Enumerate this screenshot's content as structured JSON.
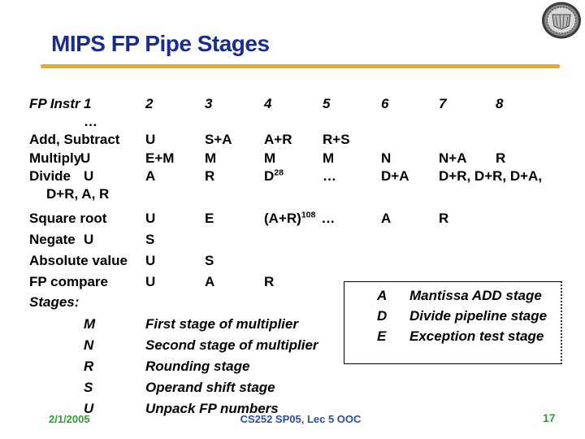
{
  "slide": {
    "title": "MIPS FP Pipe Stages",
    "footer": {
      "date": "2/1/2005",
      "course": "CS252 SP05, Lec 5 OOC",
      "page": "17"
    }
  },
  "colors": {
    "title_blue": "#1B2C91",
    "rule_gold": "#E5AC28",
    "footer_blue": "#2C4DA0",
    "footer_green": "#339933",
    "body_text": "#000000"
  },
  "icons": {
    "logo": "university-seal-icon"
  },
  "pipeline_table": {
    "header": {
      "label": "FP Instr",
      "c1": "1",
      "c2": "2",
      "c3": "3",
      "c4": "4",
      "c5": "5",
      "c6": "6",
      "c7": "7",
      "c8": "8"
    },
    "continuation": "…",
    "rows": [
      {
        "label": "Add, Subtract",
        "c2": "U",
        "c3": "S+A",
        "c4": "A+R",
        "c5": "R+S"
      },
      {
        "label": "Multiply",
        "c1": "U",
        "c2": "E+M",
        "c3": "M",
        "c4": "M",
        "c5": "M",
        "c6": "N",
        "c7": "N+A",
        "c8": "R"
      },
      {
        "label": "Divide",
        "c1": "U",
        "c2": "A",
        "c3": "R",
        "c4_base": "D",
        "c4_sup": "28",
        "c5": "…",
        "c6": "D+A",
        "c7": "D+R, D+R, D+A,",
        "label_line2": "D+R, A, R"
      },
      {
        "label": "Square root",
        "c2": "U",
        "c3": "E",
        "c4_base": "(A+R)",
        "c4_sup": "108",
        "c4_tail": "…",
        "c6": "A",
        "c7": "R"
      },
      {
        "label": "Negate",
        "c1": "U",
        "c2": "S"
      },
      {
        "label": "Absolute value",
        "c2": "U",
        "c3": "S"
      },
      {
        "label": "FP compare",
        "c2": "U",
        "c3": "A",
        "c4": "R"
      }
    ]
  },
  "stages_legend": {
    "heading": "Stages:",
    "items": [
      {
        "key": "M",
        "desc": "First stage of multiplier"
      },
      {
        "key": "N",
        "desc": "Second stage of multiplier"
      },
      {
        "key": "R",
        "desc": "Rounding stage"
      },
      {
        "key": "S",
        "desc": "Operand shift stage"
      },
      {
        "key": "U",
        "desc": "Unpack FP numbers"
      }
    ]
  },
  "stage_box": {
    "items": [
      {
        "key": "A",
        "desc": "Mantissa ADD stage"
      },
      {
        "key": "D",
        "desc": "Divide pipeline stage"
      },
      {
        "key": "E",
        "desc": "Exception test stage"
      }
    ]
  }
}
